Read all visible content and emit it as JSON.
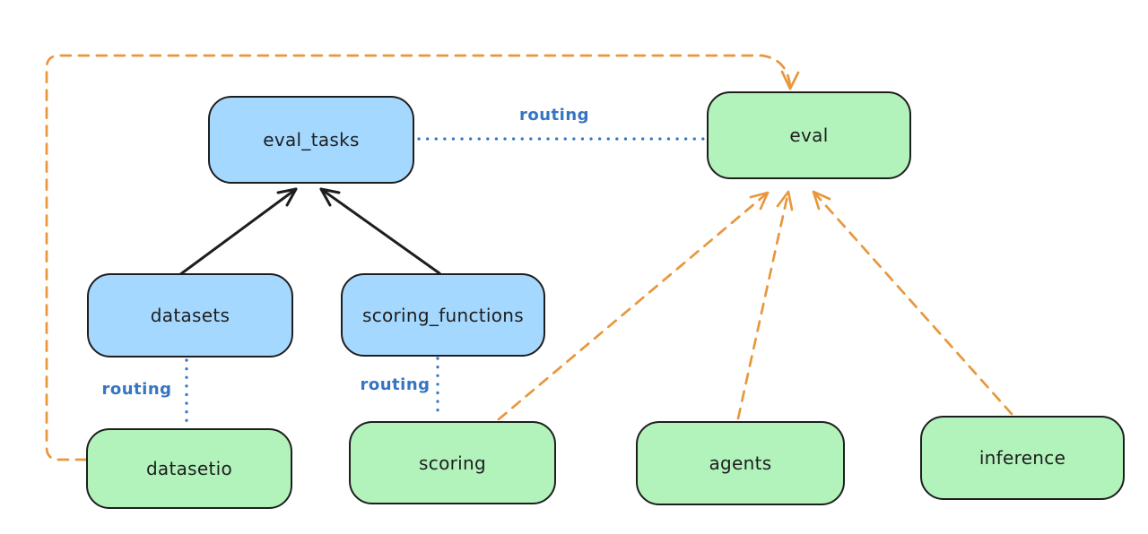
{
  "diagram": {
    "nodes": {
      "eval_tasks": {
        "label": "eval_tasks",
        "fill": "#a5d8ff"
      },
      "eval": {
        "label": "eval",
        "fill": "#b2f2bb"
      },
      "datasets": {
        "label": "datasets",
        "fill": "#a5d8ff"
      },
      "scoring_functions": {
        "label": "scoring_functions",
        "fill": "#a5d8ff"
      },
      "datasetio": {
        "label": "datasetio",
        "fill": "#b2f2bb"
      },
      "scoring": {
        "label": "scoring",
        "fill": "#b2f2bb"
      },
      "agents": {
        "label": "agents",
        "fill": "#b2f2bb"
      },
      "inference": {
        "label": "inference",
        "fill": "#b2f2bb"
      }
    },
    "edge_labels": {
      "routing_top": "routing",
      "routing_left": "routing",
      "routing_mid": "routing"
    },
    "edges": [
      {
        "from": "datasets",
        "to": "eval_tasks",
        "style": "solid-black-arrow"
      },
      {
        "from": "scoring_functions",
        "to": "eval_tasks",
        "style": "solid-black-arrow"
      },
      {
        "from": "eval_tasks",
        "to": "eval",
        "style": "dotted-blue",
        "label": "routing"
      },
      {
        "from": "datasets",
        "to": "datasetio",
        "style": "dotted-blue",
        "label": "routing"
      },
      {
        "from": "scoring_functions",
        "to": "scoring",
        "style": "dotted-blue",
        "label": "routing"
      },
      {
        "from": "datasetio",
        "to": "eval",
        "style": "dashed-orange-arrow"
      },
      {
        "from": "scoring",
        "to": "eval",
        "style": "dashed-orange-arrow"
      },
      {
        "from": "agents",
        "to": "eval",
        "style": "dashed-orange-arrow"
      },
      {
        "from": "inference",
        "to": "eval",
        "style": "dashed-orange-arrow"
      }
    ],
    "colors": {
      "api_blue_fill": "#a5d8ff",
      "provider_green_fill": "#b2f2bb",
      "stroke_dark": "#1e1e1e",
      "routing_blue": "#3575c2",
      "orange": "#e8973c",
      "background": "#ffffff"
    }
  }
}
